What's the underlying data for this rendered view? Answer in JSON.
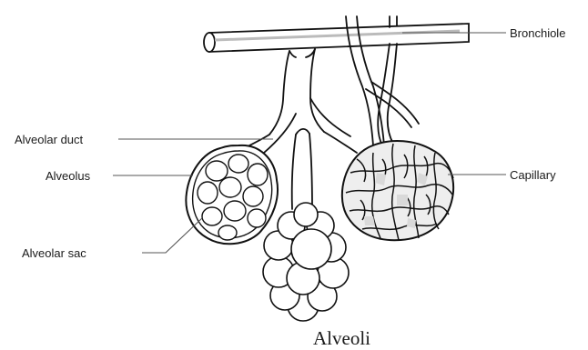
{
  "labels": {
    "bronchiole": "Bronchiole",
    "alveolar_duct": "Alveolar duct",
    "alveolus": "Alveolus",
    "capillary": "Capillary",
    "alveolar_sac": "Alveolar sac"
  },
  "caption": "Alveoli"
}
